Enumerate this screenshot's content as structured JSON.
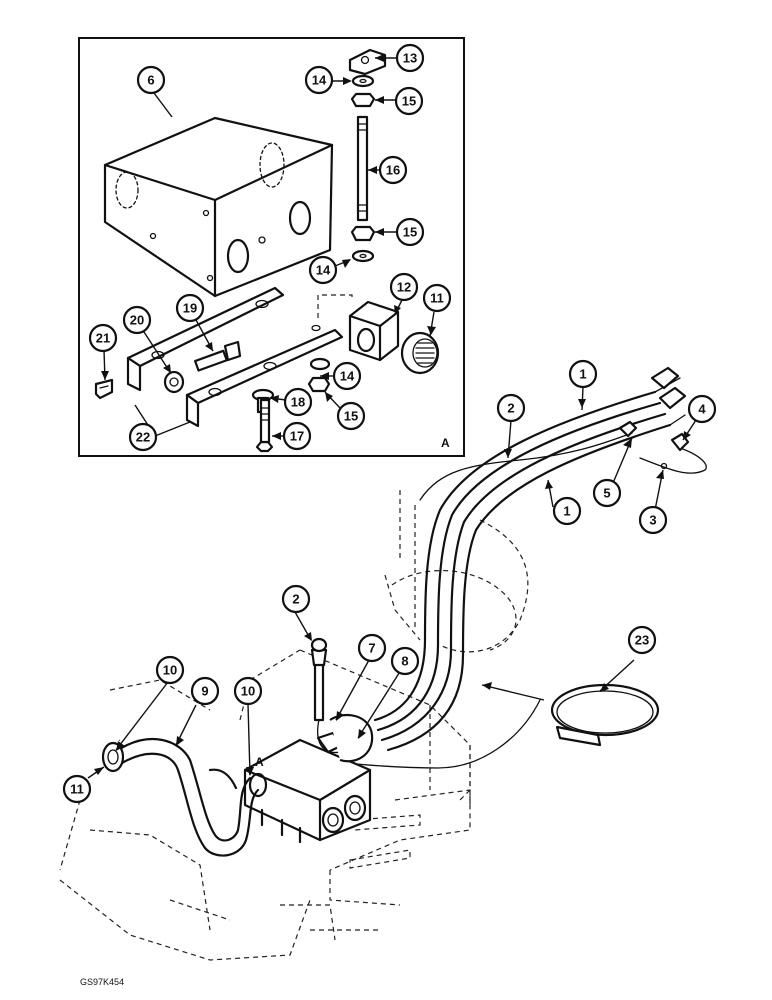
{
  "diagram": {
    "inset_letter": "A",
    "body_letter": "A",
    "drawing_code": "GS97K454",
    "callouts": [
      {
        "id": "c6",
        "label": "6"
      },
      {
        "id": "c13",
        "label": "13"
      },
      {
        "id": "c14a",
        "label": "14"
      },
      {
        "id": "c15a",
        "label": "15"
      },
      {
        "id": "c16",
        "label": "16"
      },
      {
        "id": "c15b",
        "label": "15"
      },
      {
        "id": "c14b",
        "label": "14"
      },
      {
        "id": "c12",
        "label": "12"
      },
      {
        "id": "c11a",
        "label": "11"
      },
      {
        "id": "c19",
        "label": "19"
      },
      {
        "id": "c20",
        "label": "20"
      },
      {
        "id": "c21",
        "label": "21"
      },
      {
        "id": "c14c",
        "label": "14"
      },
      {
        "id": "c15c",
        "label": "15"
      },
      {
        "id": "c18",
        "label": "18"
      },
      {
        "id": "c22",
        "label": "22"
      },
      {
        "id": "c17",
        "label": "17"
      },
      {
        "id": "c1a",
        "label": "1"
      },
      {
        "id": "c2a",
        "label": "2"
      },
      {
        "id": "c4",
        "label": "4"
      },
      {
        "id": "c5",
        "label": "5"
      },
      {
        "id": "c1b",
        "label": "1"
      },
      {
        "id": "c3",
        "label": "3"
      },
      {
        "id": "c2b",
        "label": "2"
      },
      {
        "id": "c7",
        "label": "7"
      },
      {
        "id": "c8",
        "label": "8"
      },
      {
        "id": "c10a",
        "label": "10"
      },
      {
        "id": "c9",
        "label": "9"
      },
      {
        "id": "c10b",
        "label": "10"
      },
      {
        "id": "c11b",
        "label": "11"
      },
      {
        "id": "c23",
        "label": "23"
      }
    ]
  }
}
